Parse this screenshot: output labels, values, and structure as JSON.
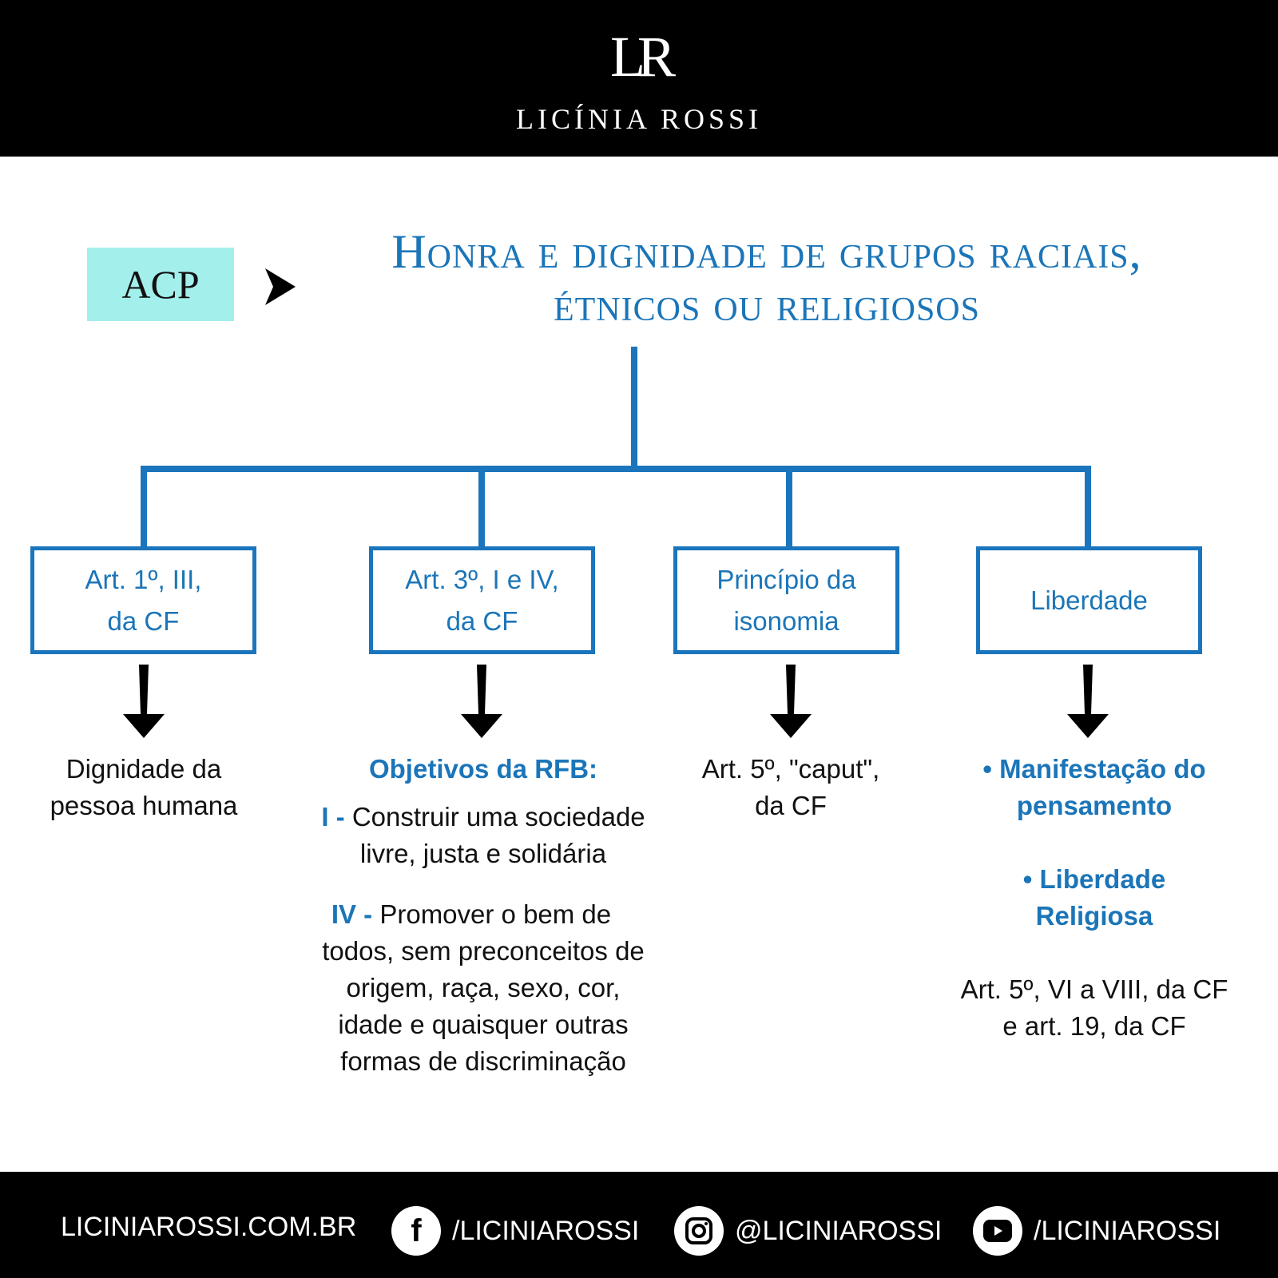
{
  "header": {
    "logo": "LR",
    "brand": "LICÍNIA ROSSI"
  },
  "acp_label": "ACP",
  "title": {
    "line1": "Honra e dignidade de grupos raciais,",
    "line2": "étnicos ou religiosos"
  },
  "colors": {
    "accent": "#1b75bc",
    "acp_bg": "#a2efec"
  },
  "branches": [
    {
      "box": [
        "Art. 1º, III,",
        "da CF"
      ],
      "text": [
        "Dignidade da",
        "pessoa humana"
      ]
    },
    {
      "box": [
        "Art. 3º, I e IV,",
        "da CF"
      ],
      "heading": "Objetivos da RFB:",
      "items": [
        {
          "num": "I -",
          "text1": "Construir uma sociedade",
          "text2": "livre, justa e solidária"
        },
        {
          "num": "IV -",
          "text1": "Promover o bem de",
          "rest": [
            "todos, sem preconceitos de",
            "origem, raça, sexo, cor,",
            "idade e quaisquer outras",
            "formas de discriminação"
          ]
        }
      ]
    },
    {
      "box": [
        "Princípio da",
        "isonomia"
      ],
      "text": [
        "Art. 5º, \"caput\",",
        "da CF"
      ]
    },
    {
      "box": [
        "Liberdade"
      ],
      "bullets": [
        [
          "• Manifestação do",
          "pensamento"
        ],
        [
          "• Liberdade",
          "Religiosa"
        ]
      ],
      "text": [
        "Art. 5º, VI a VIII, da CF",
        "e art. 19, da CF"
      ]
    }
  ],
  "footer": {
    "site": "LICINIAROSSI.COM.BR",
    "facebook": "/LICINIAROSSI",
    "instagram": "@LICINIAROSSI",
    "youtube": "/LICINIAROSSI"
  }
}
